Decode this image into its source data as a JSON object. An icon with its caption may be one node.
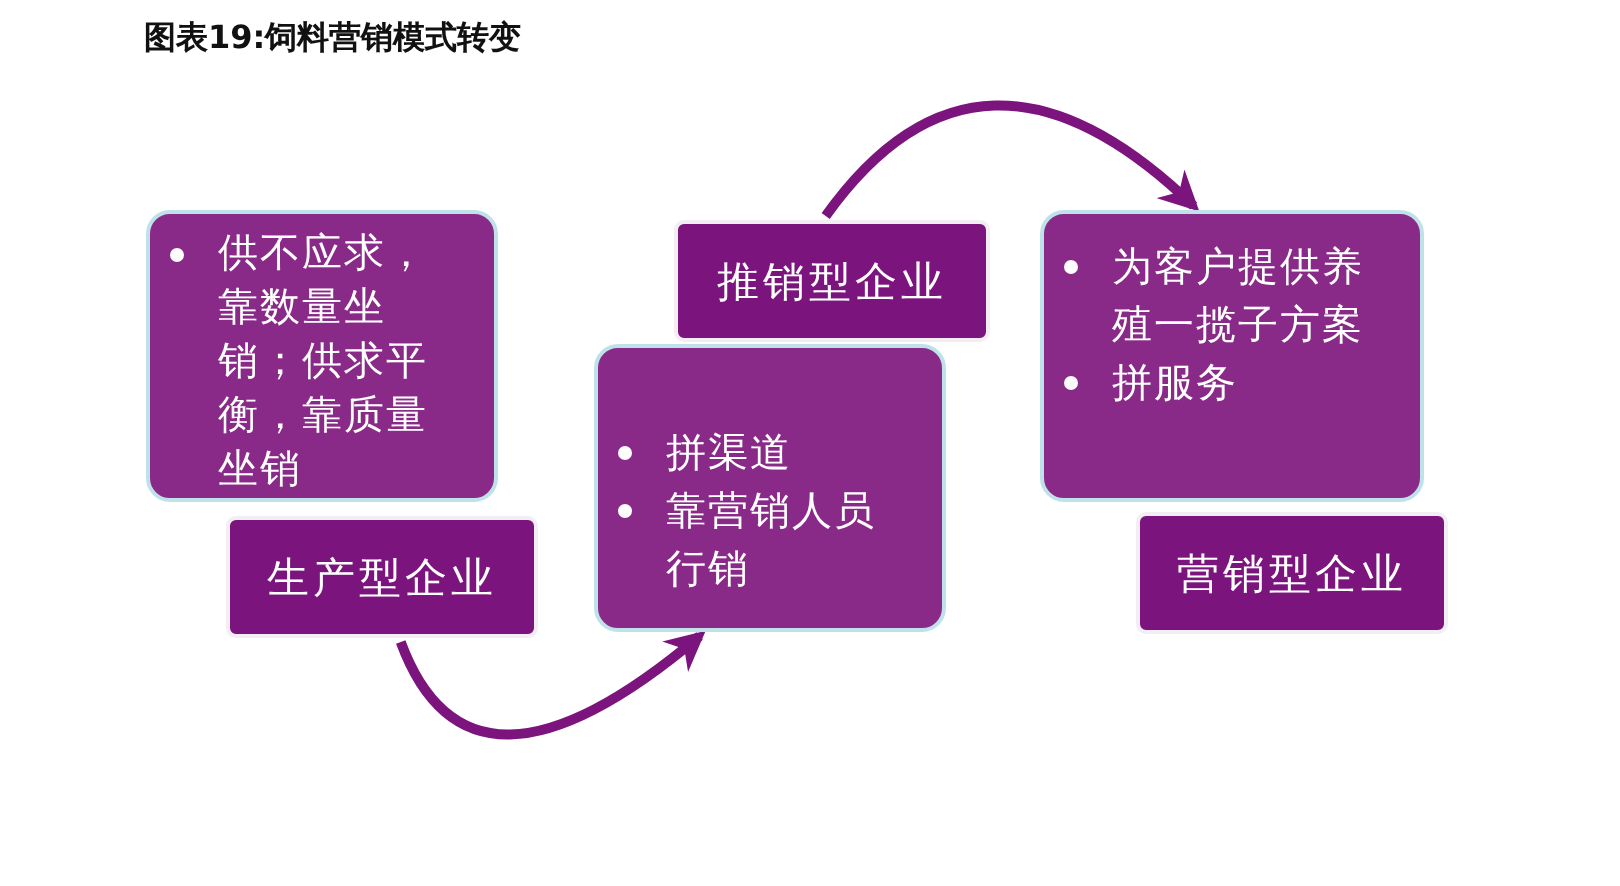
{
  "diagram": {
    "title": "图表19:饲料营销模式转变",
    "nodes": [
      {
        "text": [
          "供不应求，靠数量坐销；供求平衡，靠质量坐销"
        ]
      },
      {
        "text": [
          "生产型企业"
        ]
      },
      {
        "text": [
          "拼渠道",
          "靠营销人员行销"
        ]
      },
      {
        "text": [
          "推销型企业"
        ]
      },
      {
        "text": [
          "为客户提供养殖一揽子方案",
          "拼服务"
        ]
      },
      {
        "text": [
          "营销型企业"
        ]
      }
    ],
    "edges": [
      {
        "from": 1,
        "to": 2,
        "arrow": "to"
      },
      {
        "from": 3,
        "to": 4,
        "arrow": "to"
      }
    ]
  }
}
